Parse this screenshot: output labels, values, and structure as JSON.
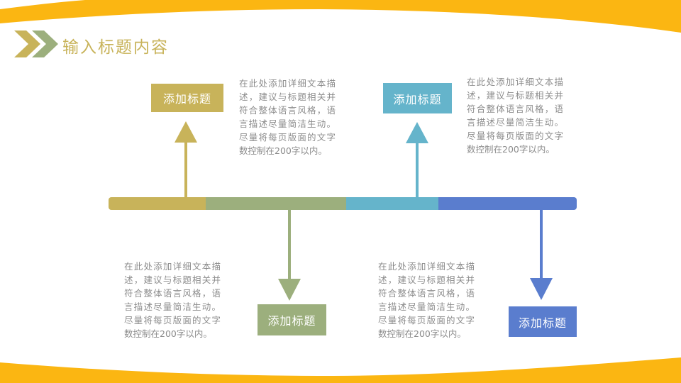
{
  "title": {
    "text": "输入标题内容"
  },
  "colors": {
    "yellow": "#FBB612",
    "gold": "#C8B35A",
    "green": "#9CAF7D",
    "teal": "#65B4CB",
    "blue": "#5A7DCE",
    "body_text": "#8C8C8C"
  },
  "timeline": {
    "items": [
      {
        "label": "添加标题",
        "color": "#C8B35A",
        "position": "top-left",
        "description": "在此处添加详细文本描述，建议与标题相关并符合整体语言风格，语言描述尽量简洁生动。尽量将每页版面的文字数控制在200字以内。"
      },
      {
        "label": "添加标题",
        "color": "#65B4CB",
        "position": "top-right",
        "description": "在此处添加详细文本描述，建议与标题相关并符合整体语言风格，语言描述尽量简洁生动。尽量将每页版面的文字数控制在200字以内。"
      },
      {
        "label": "添加标题",
        "color": "#9CAF7D",
        "position": "bottom-left",
        "description": "在此处添加详细文本描述，建议与标题相关并符合整体语言风格，语言描述尽量简洁生动。尽量将每页版面的文字数控制在200字以内。"
      },
      {
        "label": "添加标题",
        "color": "#5A7DCE",
        "position": "bottom-right",
        "description": "在此处添加详细文本描述，建议与标题相关并符合整体语言风格，语言描述尽量简洁生动。尽量将每页版面的文字数控制在200字以内。"
      }
    ]
  }
}
